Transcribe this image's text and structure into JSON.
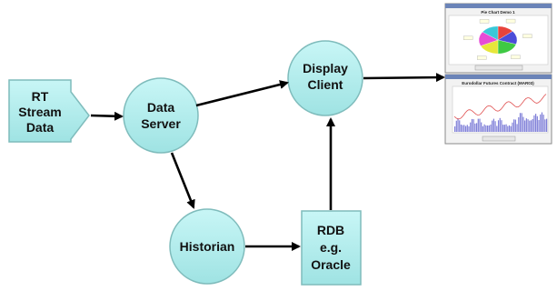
{
  "nodes": {
    "rt_stream": {
      "lines": [
        "RT",
        "Stream",
        "Data"
      ]
    },
    "data_server": {
      "lines": [
        "Data",
        "Server"
      ]
    },
    "display_client": {
      "lines": [
        "Display",
        "Client"
      ]
    },
    "historian": {
      "lines": [
        "Historian"
      ]
    },
    "rdb": {
      "lines": [
        "RDB",
        "e.g.",
        "Oracle"
      ]
    }
  },
  "screenshots": {
    "pie": {
      "title": "Pie Chart Demo 1",
      "slices": [
        {
          "name": "One",
          "fraction": 0.14,
          "color": "#e8433a"
        },
        {
          "name": "Two",
          "fraction": 0.16,
          "color": "#4c4cd8"
        },
        {
          "name": "Three",
          "fraction": 0.2,
          "color": "#3fc944"
        },
        {
          "name": "Four",
          "fraction": 0.18,
          "color": "#e7e63a"
        },
        {
          "name": "Five",
          "fraction": 0.17,
          "color": "#e64bd6"
        },
        {
          "name": "Six",
          "fraction": 0.15,
          "color": "#39c8d8"
        }
      ]
    },
    "line": {
      "title": "Eurodollar Futures Contract (MAR03)"
    }
  },
  "colors": {
    "node_fill": "#aeeeee",
    "node_stroke": "#7fbcbc",
    "arrow": "#000000"
  }
}
